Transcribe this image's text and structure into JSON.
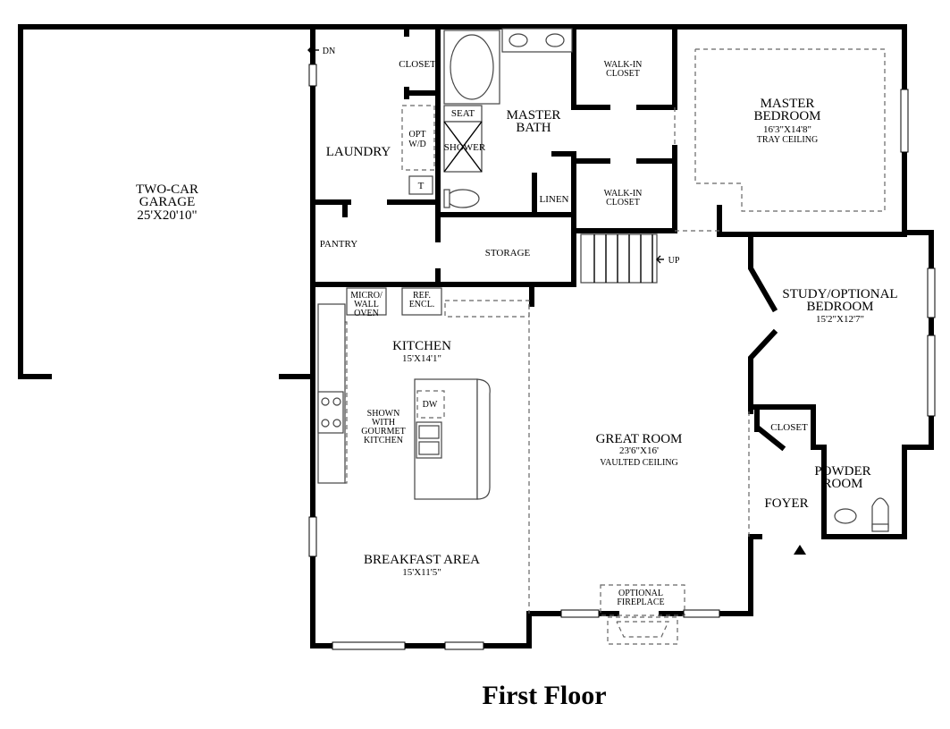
{
  "title": "First Floor",
  "rooms": {
    "garage": {
      "name": "TWO-CAR\nGARAGE",
      "size": "25'X20'10\""
    },
    "laundry": {
      "name": "LAUNDRY"
    },
    "closet_laundry": {
      "name": "CLOSET"
    },
    "opt_wd": {
      "name": "OPT\nW/D"
    },
    "t_fixture": {
      "name": "T"
    },
    "pantry": {
      "name": "PANTRY"
    },
    "storage": {
      "name": "STORAGE"
    },
    "master_bath": {
      "name": "MASTER\nBATH"
    },
    "seat": {
      "name": "SEAT"
    },
    "shower": {
      "name": "SHOWER"
    },
    "linen": {
      "name": "LINEN"
    },
    "walkin_closet_1": {
      "name": "WALK-IN\nCLOSET"
    },
    "walkin_closet_2": {
      "name": "WALK-IN\nCLOSET"
    },
    "master_bedroom": {
      "name": "MASTER\nBEDROOM",
      "size": "16'3\"X14'8\"",
      "note": "TRAY CEILING"
    },
    "study": {
      "name": "STUDY/OPTIONAL\nBEDROOM",
      "size": "15'2\"X12'7\""
    },
    "closet_study": {
      "name": "CLOSET"
    },
    "powder_room": {
      "name": "POWDER\nROOM"
    },
    "foyer": {
      "name": "FOYER"
    },
    "great_room": {
      "name": "GREAT ROOM",
      "size": "23'6\"X16'",
      "note": "VAULTED CEILING"
    },
    "kitchen": {
      "name": "KITCHEN",
      "size": "15'X14'1\""
    },
    "micro_oven": {
      "name": "MICRO/\nWALL\nOVEN"
    },
    "ref_encl": {
      "name": "REF.\nENCL."
    },
    "dw": {
      "name": "DW"
    },
    "gourmet_note": {
      "name": "SHOWN\nWITH\nGOURMET\nKITCHEN"
    },
    "breakfast": {
      "name": "BREAKFAST AREA",
      "size": "15'X11'5\""
    },
    "fireplace": {
      "name": "OPTIONAL\nFIREPLACE"
    }
  },
  "stairs": {
    "down": "DN",
    "up": "UP"
  }
}
